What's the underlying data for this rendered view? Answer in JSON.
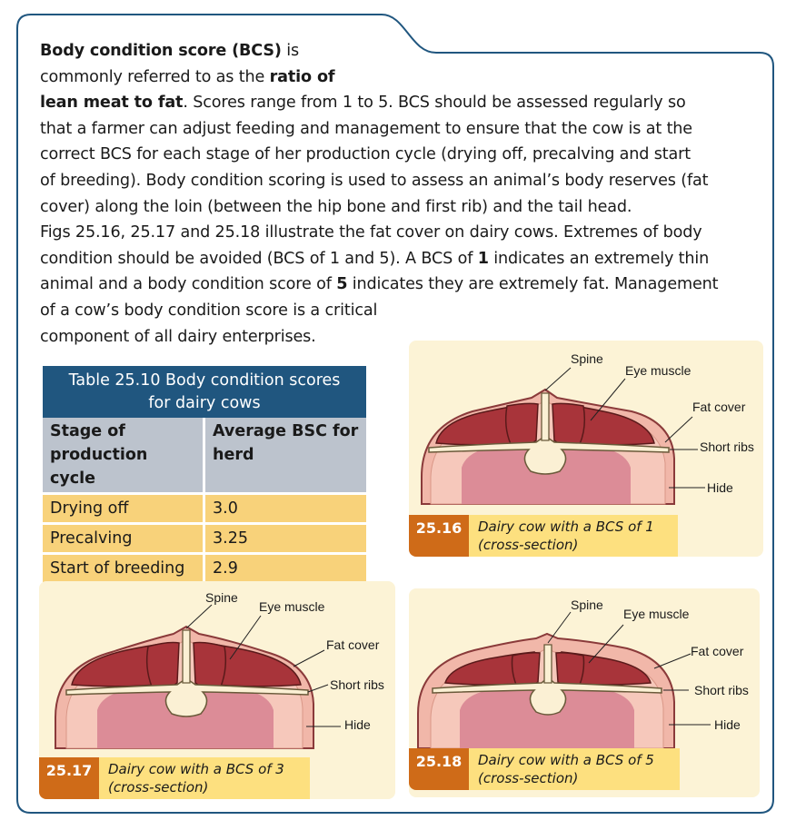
{
  "intro": {
    "lines": [
      [
        {
          "t": "Body condition score (BCS)",
          "b": true
        },
        {
          "t": " is",
          "b": false
        }
      ],
      [
        {
          "t": "commonly referred to as the ",
          "b": false
        },
        {
          "t": "ratio of",
          "b": true
        }
      ],
      [
        {
          "t": "lean meat to fat",
          "b": true
        },
        {
          "t": ". Scores range from 1 to 5. BCS should be assessed regularly so",
          "b": false
        }
      ],
      [
        {
          "t": "that a farmer can adjust feeding and management to ensure that the cow is at the",
          "b": false
        }
      ],
      [
        {
          "t": "correct BCS for each stage of her production cycle (drying off, precalving and start",
          "b": false
        }
      ],
      [
        {
          "t": "of breeding). Body condition scoring is used to assess an animal’s body reserves (fat",
          "b": false
        }
      ],
      [
        {
          "t": "cover) along the loin (between the hip bone and first rib) and the tail head.",
          "b": false
        }
      ],
      [
        {
          "t": "Figs 25.16, 25.17 and 25.18 illustrate the fat cover on dairy cows. Extremes of body",
          "b": false
        }
      ],
      [
        {
          "t": "condition should be avoided (BCS of 1 and 5). A BCS of ",
          "b": false
        },
        {
          "t": "1",
          "b": true
        },
        {
          "t": " indicates an extremely thin",
          "b": false
        }
      ],
      [
        {
          "t": "animal and a body condition score of ",
          "b": false
        },
        {
          "t": "5",
          "b": true
        },
        {
          "t": " indicates they are extremely fat. Management",
          "b": false
        }
      ],
      [
        {
          "t": "of a cow’s body condition score is a critical",
          "b": false
        }
      ],
      [
        {
          "t": "component of all dairy enterprises.",
          "b": false
        }
      ]
    ]
  },
  "table": {
    "caption_line1": "Table 25.10 Body condition scores",
    "caption_line2": "for dairy cows",
    "headers": [
      "Stage of production cycle",
      "Average BSC for herd"
    ],
    "rows": [
      [
        "Drying off",
        "3.0"
      ],
      [
        "Precalving",
        "3.25"
      ],
      [
        "Start of breeding",
        "2.9"
      ]
    ]
  },
  "labels": {
    "spine": "Spine",
    "eye_muscle": "Eye muscle",
    "fat_cover": "Fat cover",
    "short_ribs": "Short ribs",
    "hide": "Hide"
  },
  "figures": [
    {
      "number": "25.16",
      "caption_line1": "Dairy cow with a BCS of 1",
      "caption_line2": "(cross-section)"
    },
    {
      "number": "25.17",
      "caption_line1": "Dairy cow with a BCS of 3",
      "caption_line2": "(cross-section)"
    },
    {
      "number": "25.18",
      "caption_line1": "Dairy cow with a BCS of 5",
      "caption_line2": "(cross-section)"
    }
  ],
  "colors": {
    "frame": "#20567f",
    "table_header": "#20567f",
    "table_subheader": "#bcc3cd",
    "table_rows": "#f8d27a",
    "panel_bg": "#fcf3d6",
    "caption_number": "#cf6b18",
    "caption_text_bg": "#fde07f",
    "muscle": "#a8343a",
    "fat": "#f1b7a9",
    "bone": "#fbf0d4"
  }
}
